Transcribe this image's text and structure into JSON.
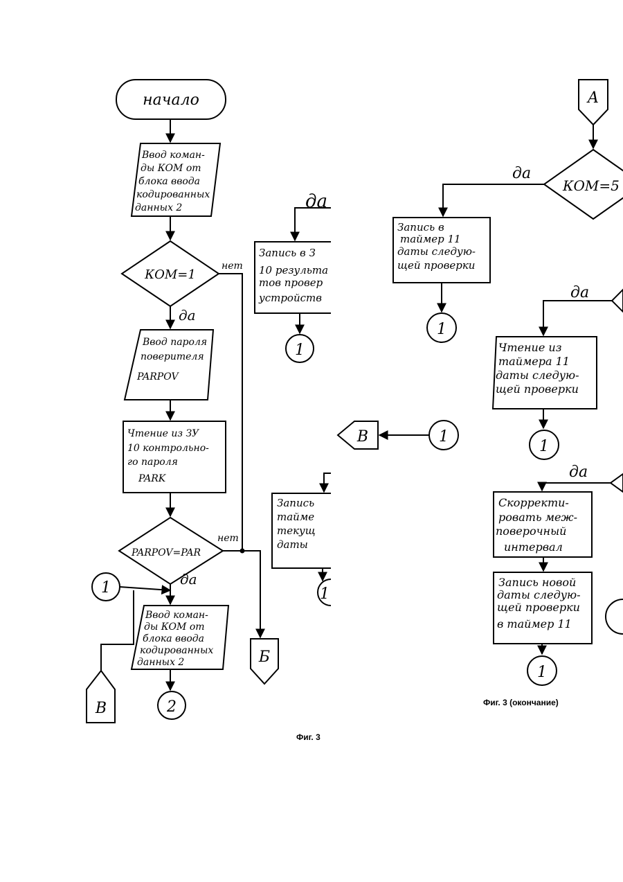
{
  "fig_left": {
    "start": "начало",
    "input_cmd": [
      "Ввод коман-",
      "ды КОМ от",
      "блока ввода",
      "кодированных",
      "данных 2"
    ],
    "cond1": "КОМ=1",
    "cond1_yes": "да",
    "cond1_no": "нет",
    "input_pass": [
      "Ввод пароля",
      "поверителя",
      "PARPOV"
    ],
    "read_ctrl": [
      "Чтение из ЗУ",
      "10 контрольно-",
      "го пароля",
      "PARK"
    ],
    "cond2": "PARPOV=PAR",
    "cond2_yes": "да",
    "cond2_no": "нет",
    "connector_1": "1",
    "input_cmd2": [
      "Ввод коман-",
      "ды КОМ от",
      "блока ввода",
      "кодированных",
      "данных 2"
    ],
    "connector_2": "2",
    "offpage_v": "В",
    "offpage_b": "Б",
    "caption": "Фиг. 3"
  },
  "fig_middle": {
    "yes_label": "да",
    "write_results": [
      "Запись в З",
      "10 результа",
      "тов провер",
      "устройств"
    ],
    "connector_a": "1",
    "offpage_v": "В",
    "connector_b": "1",
    "write_timer": [
      "Запись",
      "тайме",
      "текущ",
      "даты"
    ],
    "connector_c": "1"
  },
  "fig_right": {
    "offpage_a": "А",
    "cond5": "КОМ=5",
    "cond5_yes": "да",
    "write_next": [
      "Запись в",
      "таймер 11",
      "даты следую-",
      "щей проверки"
    ],
    "connector_a": "1",
    "yes_label2": "да",
    "read_timer": [
      "Чтение из",
      "таймера 11",
      "даты следую-",
      "щей проверки"
    ],
    "connector_b": "1",
    "yes_label3": "да",
    "correct": [
      "Скорректи-",
      "ровать меж-",
      "поверочный",
      "интервал"
    ],
    "write_new": [
      "Запись новой",
      "даты следую-",
      "щей проверки",
      "в таймер 11"
    ],
    "connector_c": "1",
    "caption": "Фиг. 3 (окончание)"
  }
}
